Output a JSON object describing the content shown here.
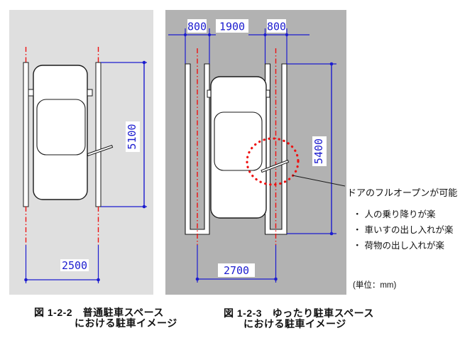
{
  "figures": {
    "normal": {
      "caption_line1": "図 1-2-2　普通駐車スペース",
      "caption_line2": "における駐車イメージ",
      "dims": {
        "width_mm": "2500",
        "length_mm": "5100"
      }
    },
    "relaxed": {
      "caption_line1": "図 1-2-3　ゆったり駐車スペース",
      "caption_line2": "における駐車イメージ",
      "dims": {
        "left_zone_mm": "800",
        "car_zone_mm": "1900",
        "right_zone_mm": "800",
        "length_mm": "5400",
        "width_mm": "2700"
      }
    }
  },
  "annotation": {
    "title": "ドアのフルオープンが可能",
    "bullet_marker": "・",
    "bullets": [
      "人の乗り降りが楽",
      "車いすの出し入れが楽",
      "荷物の出し入れが楽"
    ],
    "unit_note": "(単位：mm)"
  },
  "colors": {
    "dimension_blue": "#1c1ccf",
    "centerline_red": "#ee1111",
    "left_panel_bg": "#dfdfdf",
    "right_panel_bg": "#b2b2b2",
    "outline_black": "#1a1a1a"
  }
}
